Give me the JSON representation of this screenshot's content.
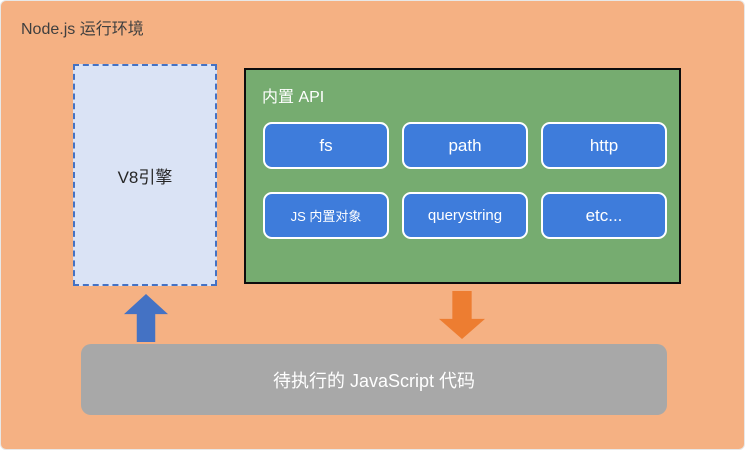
{
  "title": "Node.js 运行环境",
  "v8": {
    "label": "V8引擎"
  },
  "api": {
    "title": "内置 API",
    "modules": [
      "fs",
      "path",
      "http",
      "JS 内置对象",
      "querystring",
      "etc..."
    ]
  },
  "bottom": {
    "label": "待执行的 JavaScript 代码"
  },
  "icons": {
    "arrow_up": "up-block-arrow",
    "arrow_down": "down-block-arrow"
  },
  "colors": {
    "background": "#F5B183",
    "v8_fill": "#DAE3F5",
    "v8_border": "#4472C4",
    "api_fill": "#76AC70",
    "api_border": "#0d0d0d",
    "module_fill": "#3E7CDB",
    "module_border": "#FFFFFF",
    "code_box_fill": "#A8A8A8",
    "arrow_up": "#4472C4",
    "arrow_down": "#ED7D31",
    "title_text": "#3F3F3F",
    "white_text": "#FFFFFF"
  }
}
